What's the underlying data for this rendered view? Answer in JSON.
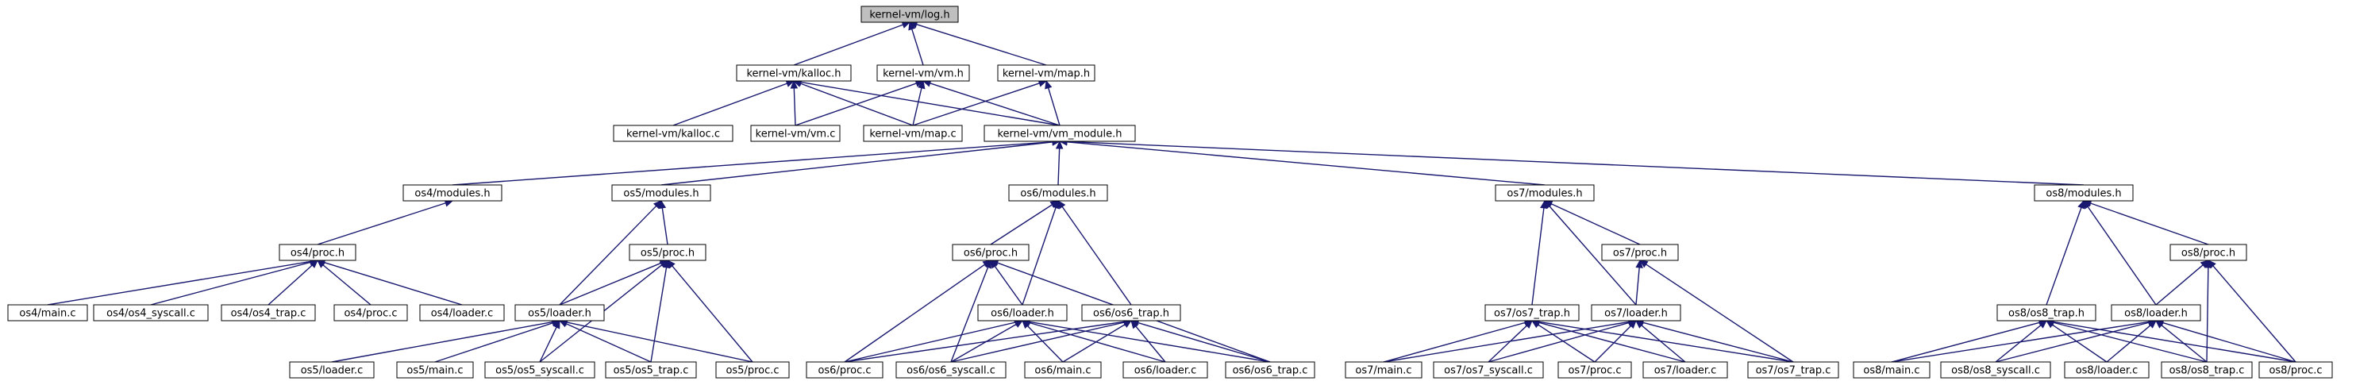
{
  "diagram": {
    "type": "include-dependency-graph",
    "colors": {
      "edge": "#191970",
      "root_fill": "#bfbfbf",
      "node_fill": "#ffffff",
      "node_border": "#000000"
    },
    "nodes": [
      {
        "id": "log",
        "label": "kernel-vm/log.h",
        "root": true
      },
      {
        "id": "kalloc_h",
        "label": "kernel-vm/kalloc.h"
      },
      {
        "id": "vm_h",
        "label": "kernel-vm/vm.h"
      },
      {
        "id": "map_h",
        "label": "kernel-vm/map.h"
      },
      {
        "id": "kalloc_c",
        "label": "kernel-vm/kalloc.c"
      },
      {
        "id": "vm_c",
        "label": "kernel-vm/vm.c"
      },
      {
        "id": "map_c",
        "label": "kernel-vm/map.c"
      },
      {
        "id": "vm_module",
        "label": "kernel-vm/vm_module.h"
      },
      {
        "id": "os4_mod",
        "label": "os4/modules.h"
      },
      {
        "id": "os5_mod",
        "label": "os5/modules.h"
      },
      {
        "id": "os6_mod",
        "label": "os6/modules.h"
      },
      {
        "id": "os7_mod",
        "label": "os7/modules.h"
      },
      {
        "id": "os8_mod",
        "label": "os8/modules.h"
      },
      {
        "id": "os4_proc_h",
        "label": "os4/proc.h"
      },
      {
        "id": "os4_main",
        "label": "os4/main.c"
      },
      {
        "id": "os4_sys",
        "label": "os4/os4_syscall.c"
      },
      {
        "id": "os4_trap",
        "label": "os4/os4_trap.c"
      },
      {
        "id": "os4_proc_c",
        "label": "os4/proc.c"
      },
      {
        "id": "os4_loader",
        "label": "os4/loader.c"
      },
      {
        "id": "os5_proc_h",
        "label": "os5/proc.h"
      },
      {
        "id": "os5_loader_h",
        "label": "os5/loader.h"
      },
      {
        "id": "os5_loader_c",
        "label": "os5/loader.c"
      },
      {
        "id": "os5_main",
        "label": "os5/main.c"
      },
      {
        "id": "os5_sys",
        "label": "os5/os5_syscall.c"
      },
      {
        "id": "os5_trap",
        "label": "os5/os5_trap.c"
      },
      {
        "id": "os5_proc_c",
        "label": "os5/proc.c"
      },
      {
        "id": "os6_proc_h",
        "label": "os6/proc.h"
      },
      {
        "id": "os6_loader_h",
        "label": "os6/loader.h"
      },
      {
        "id": "os6_trap_h",
        "label": "os6/os6_trap.h"
      },
      {
        "id": "os6_proc_c",
        "label": "os6/proc.c"
      },
      {
        "id": "os6_sys",
        "label": "os6/os6_syscall.c"
      },
      {
        "id": "os6_main",
        "label": "os6/main.c"
      },
      {
        "id": "os6_loader_c",
        "label": "os6/loader.c"
      },
      {
        "id": "os6_trap_c",
        "label": "os6/os6_trap.c"
      },
      {
        "id": "os7_proc_h",
        "label": "os7/proc.h"
      },
      {
        "id": "os7_trap_h",
        "label": "os7/os7_trap.h"
      },
      {
        "id": "os7_loader_h",
        "label": "os7/loader.h"
      },
      {
        "id": "os7_main",
        "label": "os7/main.c"
      },
      {
        "id": "os7_sys",
        "label": "os7/os7_syscall.c"
      },
      {
        "id": "os7_proc_c",
        "label": "os7/proc.c"
      },
      {
        "id": "os7_loader_c",
        "label": "os7/loader.c"
      },
      {
        "id": "os7_trap_c",
        "label": "os7/os7_trap.c"
      },
      {
        "id": "os8_proc_h",
        "label": "os8/proc.h"
      },
      {
        "id": "os8_trap_h",
        "label": "os8/os8_trap.h"
      },
      {
        "id": "os8_loader_h",
        "label": "os8/loader.h"
      },
      {
        "id": "os8_main",
        "label": "os8/main.c"
      },
      {
        "id": "os8_sys",
        "label": "os8/os8_syscall.c"
      },
      {
        "id": "os8_loader_c",
        "label": "os8/loader.c"
      },
      {
        "id": "os8_trap_c",
        "label": "os8/os8_trap.c"
      },
      {
        "id": "os8_proc_c",
        "label": "os8/proc.c"
      }
    ],
    "edges": [
      [
        "kalloc_h",
        "log"
      ],
      [
        "vm_h",
        "log"
      ],
      [
        "map_h",
        "log"
      ],
      [
        "kalloc_c",
        "kalloc_h"
      ],
      [
        "vm_c",
        "kalloc_h"
      ],
      [
        "map_c",
        "kalloc_h"
      ],
      [
        "vm_module",
        "kalloc_h"
      ],
      [
        "vm_c",
        "vm_h"
      ],
      [
        "map_c",
        "vm_h"
      ],
      [
        "vm_module",
        "vm_h"
      ],
      [
        "map_c",
        "map_h"
      ],
      [
        "vm_module",
        "map_h"
      ],
      [
        "os4_mod",
        "vm_module"
      ],
      [
        "os5_mod",
        "vm_module"
      ],
      [
        "os6_mod",
        "vm_module"
      ],
      [
        "os7_mod",
        "vm_module"
      ],
      [
        "os8_mod",
        "vm_module"
      ],
      [
        "os4_proc_h",
        "os4_mod"
      ],
      [
        "os4_main",
        "os4_proc_h"
      ],
      [
        "os4_sys",
        "os4_proc_h"
      ],
      [
        "os4_trap",
        "os4_proc_h"
      ],
      [
        "os4_proc_c",
        "os4_proc_h"
      ],
      [
        "os4_loader",
        "os4_proc_h"
      ],
      [
        "os5_proc_h",
        "os5_mod"
      ],
      [
        "os5_loader_h",
        "os5_mod"
      ],
      [
        "os5_loader_h",
        "os5_proc_h"
      ],
      [
        "os5_sys",
        "os5_proc_h"
      ],
      [
        "os5_trap",
        "os5_proc_h"
      ],
      [
        "os5_proc_c",
        "os5_proc_h"
      ],
      [
        "os5_loader_c",
        "os5_loader_h"
      ],
      [
        "os5_main",
        "os5_loader_h"
      ],
      [
        "os5_sys",
        "os5_loader_h"
      ],
      [
        "os5_trap",
        "os5_loader_h"
      ],
      [
        "os5_proc_c",
        "os5_loader_h"
      ],
      [
        "os6_proc_h",
        "os6_mod"
      ],
      [
        "os6_loader_h",
        "os6_mod"
      ],
      [
        "os6_trap_h",
        "os6_mod"
      ],
      [
        "os6_loader_h",
        "os6_proc_h"
      ],
      [
        "os6_proc_c",
        "os6_proc_h"
      ],
      [
        "os6_sys",
        "os6_proc_h"
      ],
      [
        "os6_trap_c",
        "os6_proc_h"
      ],
      [
        "os6_proc_c",
        "os6_loader_h"
      ],
      [
        "os6_sys",
        "os6_loader_h"
      ],
      [
        "os6_main",
        "os6_loader_h"
      ],
      [
        "os6_loader_c",
        "os6_loader_h"
      ],
      [
        "os6_trap_c",
        "os6_loader_h"
      ],
      [
        "os6_proc_c",
        "os6_trap_h"
      ],
      [
        "os6_sys",
        "os6_trap_h"
      ],
      [
        "os6_main",
        "os6_trap_h"
      ],
      [
        "os6_loader_c",
        "os6_trap_h"
      ],
      [
        "os6_trap_c",
        "os6_trap_h"
      ],
      [
        "os7_proc_h",
        "os7_mod"
      ],
      [
        "os7_trap_h",
        "os7_mod"
      ],
      [
        "os7_loader_h",
        "os7_mod"
      ],
      [
        "os7_loader_h",
        "os7_proc_h"
      ],
      [
        "os7_trap_c",
        "os7_proc_h"
      ],
      [
        "os7_main",
        "os7_trap_h"
      ],
      [
        "os7_sys",
        "os7_trap_h"
      ],
      [
        "os7_proc_c",
        "os7_trap_h"
      ],
      [
        "os7_loader_c",
        "os7_trap_h"
      ],
      [
        "os7_trap_c",
        "os7_trap_h"
      ],
      [
        "os7_main",
        "os7_loader_h"
      ],
      [
        "os7_sys",
        "os7_loader_h"
      ],
      [
        "os7_proc_c",
        "os7_loader_h"
      ],
      [
        "os7_loader_c",
        "os7_loader_h"
      ],
      [
        "os7_trap_c",
        "os7_loader_h"
      ],
      [
        "os8_proc_h",
        "os8_mod"
      ],
      [
        "os8_trap_h",
        "os8_mod"
      ],
      [
        "os8_loader_h",
        "os8_mod"
      ],
      [
        "os8_loader_h",
        "os8_proc_h"
      ],
      [
        "os8_trap_c",
        "os8_proc_h"
      ],
      [
        "os8_proc_c",
        "os8_proc_h"
      ],
      [
        "os8_main",
        "os8_trap_h"
      ],
      [
        "os8_sys",
        "os8_trap_h"
      ],
      [
        "os8_loader_c",
        "os8_trap_h"
      ],
      [
        "os8_trap_c",
        "os8_trap_h"
      ],
      [
        "os8_proc_c",
        "os8_trap_h"
      ],
      [
        "os8_main",
        "os8_loader_h"
      ],
      [
        "os8_sys",
        "os8_loader_h"
      ],
      [
        "os8_loader_c",
        "os8_loader_h"
      ],
      [
        "os8_trap_c",
        "os8_loader_h"
      ],
      [
        "os8_proc_c",
        "os8_loader_h"
      ]
    ]
  }
}
